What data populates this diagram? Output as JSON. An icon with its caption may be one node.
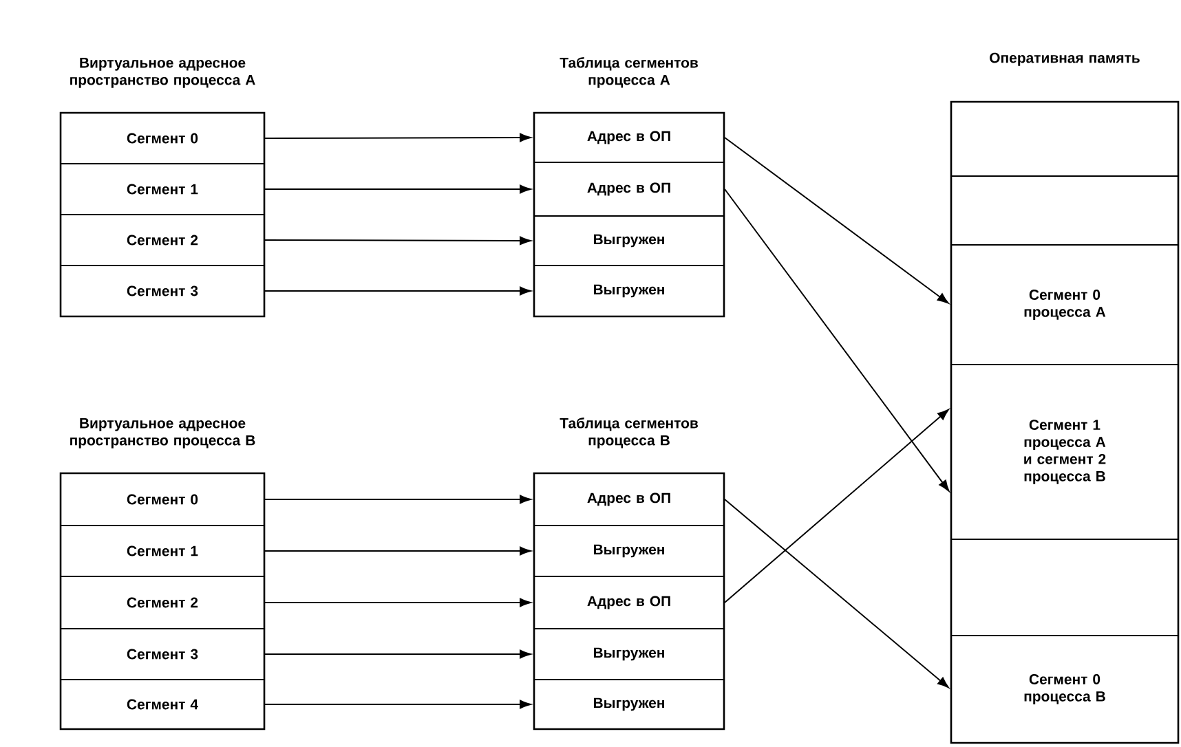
{
  "diagram": {
    "nodes": [
      {
        "text": [
          "Виртуальное адресное пространство процесса A"
        ]
      },
      {
        "text": [
          "Сегмент 0"
        ],
        "in": 0
      },
      {
        "text": [
          "Сегмент 1"
        ],
        "in": 0
      },
      {
        "text": [
          "Сегмент 2"
        ],
        "in": 0
      },
      {
        "text": [
          "Сегмент 3"
        ],
        "in": 0
      },
      {
        "text": [
          "Таблица сегментов процесса A"
        ]
      },
      {
        "text": [
          "Адрес в ОП"
        ],
        "in": 5
      },
      {
        "text": [
          "Адрес в ОП"
        ],
        "in": 5
      },
      {
        "text": [
          "Выгружен"
        ],
        "in": 5
      },
      {
        "text": [
          "Выгружен"
        ],
        "in": 5
      },
      {
        "text": [
          "Оперативная память"
        ]
      },
      {
        "text": [],
        "shape": "box",
        "in": 10
      },
      {
        "text": [],
        "shape": "box",
        "in": 10
      },
      {
        "text": [
          "Сегмент 0 процесса A"
        ],
        "in": 10
      },
      {
        "text": [
          "Сегмент 1 процесса A и сегмент 2 процесса B"
        ],
        "in": 10
      },
      {
        "text": [],
        "shape": "box",
        "in": 10
      },
      {
        "text": [
          "Сегмент 0 процесса B"
        ],
        "in": 10
      },
      {
        "text": [
          "Виртуальное адресное пространство процесса B"
        ]
      },
      {
        "text": [
          "Сегмент 0"
        ],
        "in": 17
      },
      {
        "text": [
          "Сегмент 1"
        ],
        "in": 17
      },
      {
        "text": [
          "Сегмент 2"
        ],
        "in": 17
      },
      {
        "text": [
          "Сегмент 3"
        ],
        "in": 17
      },
      {
        "text": [
          "Сегмент 4"
        ],
        "in": 17
      },
      {
        "text": [
          "Таблица сегментов процесса B"
        ]
      },
      {
        "text": [
          "Адрес в ОП"
        ],
        "in": 23
      },
      {
        "text": [
          "Выгружен"
        ],
        "in": 23
      },
      {
        "text": [
          "Адрес в ОП"
        ],
        "in": 23
      },
      {
        "text": [
          "Выгружен"
        ],
        "in": 23
      },
      {
        "text": [
          "Выгружен"
        ],
        "in": 23
      }
    ],
    "edges": [
      {
        "from": 1,
        "to": 6,
        "arrow": "to"
      },
      {
        "from": 2,
        "to": 7,
        "arrow": "to"
      },
      {
        "from": 3,
        "to": 8,
        "arrow": "to"
      },
      {
        "from": 4,
        "to": 9,
        "arrow": "to"
      },
      {
        "from": 6,
        "to": 13,
        "arrow": "to"
      },
      {
        "from": 7,
        "to": 14,
        "arrow": "to"
      },
      {
        "from": 18,
        "to": 24,
        "arrow": "to"
      },
      {
        "from": 19,
        "to": 25,
        "arrow": "to"
      },
      {
        "from": 20,
        "to": 26,
        "arrow": "to"
      },
      {
        "from": 21,
        "to": 27,
        "arrow": "to"
      },
      {
        "from": 22,
        "to": 28,
        "arrow": "to"
      },
      {
        "from": 24,
        "to": 16,
        "arrow": "to"
      },
      {
        "from": 26,
        "to": 14,
        "arrow": "to"
      }
    ]
  }
}
